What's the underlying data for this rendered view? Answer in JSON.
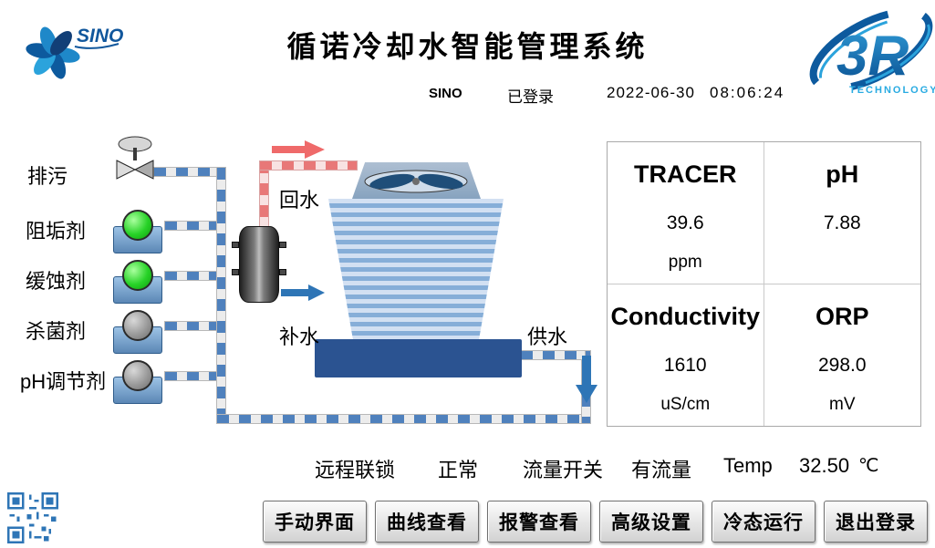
{
  "header": {
    "title": "循诺冷却水智能管理系统",
    "user": "SINO",
    "login_status": "已登录",
    "date": "2022-06-30",
    "time": "08:06:24",
    "sino_logo_text": "SINO",
    "r3_logo_text": "3R",
    "r3_logo_subtext": "TECHNOLOGY"
  },
  "process": {
    "drain_label": "排污",
    "pumps": [
      {
        "label": "阻垢剂",
        "status_color": "#27d227"
      },
      {
        "label": "缓蚀剂",
        "status_color": "#27d227"
      },
      {
        "label": "杀菌剂",
        "status_color": "#9a9a9a"
      },
      {
        "label": "pH调节剂",
        "status_color": "#9a9a9a"
      }
    ],
    "return_water_label": "回水",
    "makeup_water_label": "补水",
    "supply_water_label": "供水"
  },
  "metrics": {
    "panel": [
      {
        "name": "TRACER",
        "value": "39.6",
        "unit": "ppm"
      },
      {
        "name": "pH",
        "value": "7.88",
        "unit": ""
      },
      {
        "name": "Conductivity",
        "value": "1610",
        "unit": "uS/cm"
      },
      {
        "name": "ORP",
        "value": "298.0",
        "unit": "mV"
      }
    ]
  },
  "status_bar": {
    "interlock_label": "远程联锁",
    "interlock_value": "正常",
    "flow_label": "流量开关",
    "flow_value": "有流量",
    "temp_label": "Temp",
    "temp_value": "32.50",
    "temp_unit": "℃"
  },
  "nav_buttons": [
    {
      "label": "手动界面"
    },
    {
      "label": "曲线查看"
    },
    {
      "label": "报警查看"
    },
    {
      "label": "高级设置"
    },
    {
      "label": "冷态运行"
    },
    {
      "label": "退出登录"
    }
  ],
  "colors": {
    "pipe_blue": "#4f81bd",
    "pipe_red": "#e87878",
    "basin_blue": "#2b5391",
    "arrow_blue": "#2e75b6",
    "arrow_red": "#ef6a6a",
    "pump_running_green": "#27d227",
    "pump_idle_gray": "#9a9a9a",
    "logo_blue": "#0d5a9e",
    "logo_light_blue": "#29abe2"
  }
}
